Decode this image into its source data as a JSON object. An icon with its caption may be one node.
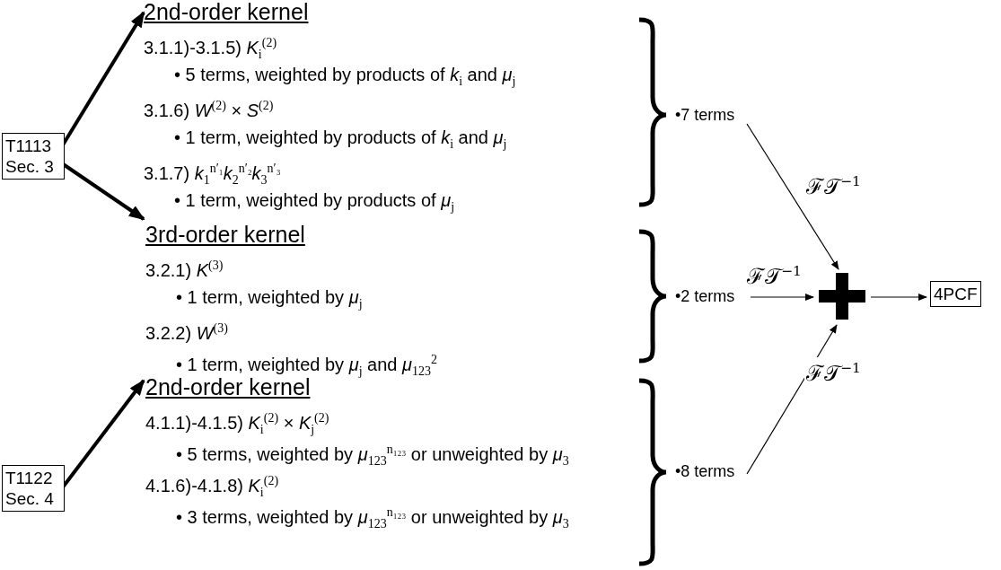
{
  "diagram": {
    "nodes": [
      {
        "text": [
          "T1113 Sec. 3"
        ]
      },
      {
        "text": [
          "2nd-order kernel",
          "3.1.1)-3.1.5) *K*$_{i}$$^{(2)}$",
          "• 5 terms, weighted by products of *k*$_{i}$ and *μ*$_{j}$",
          "3.1.6) *W*$^{(2)}$ × *S*$^{(2)}$",
          "• 1 term, weighted by products of  *k*$_{i}$ and *μ*$_{j}$",
          "3.1.7) *k*$_{1}$$^{n′₁}$*k*$_{2}$$^{n′₂}$*k*$_{3}$$^{n′₃}$",
          "• 1 term, weighted by products of *μ*$_{j}$"
        ]
      },
      {
        "text": [
          "3rd-order kernel",
          "3.2.1) *K*$^{(3)}$",
          "• 1 term, weighted by *μ*$_{j}$",
          "3.2.2) *W*$^{(3)}$",
          "• 1 term, weighted by *μ*$_{j}$ and *μ*$_{123}$$^{2}$"
        ]
      },
      {
        "text": [
          "T1122 Sec. 4"
        ]
      },
      {
        "text": [
          "2nd-order kernel",
          "4.1.1)-4.1.5) *K*$_{i}$$^{(2)}$ × *K*$_{j}$$^{(2)}$",
          "• 5 terms, weighted by *μ*$_{123}$$^{n₁₂₃}$ or unweighted by *μ*$_{3}$",
          "4.1.6)-4.1.8) *K*$_{i}$$^{(2)}$",
          "• 3 terms, weighted by *μ*$_{123}$$^{n₁₂₃}$ or unweighted by *μ*$_{3}$"
        ]
      },
      {
        "text": [
          "•7 terms"
        ]
      },
      {
        "text": [
          "•2 terms"
        ]
      },
      {
        "text": [
          "•8 terms"
        ]
      },
      {
        "text": [],
        "shape": "plus"
      },
      {
        "text": [
          "4PCF"
        ]
      }
    ],
    "edges": [
      {
        "from": 0,
        "to": 1,
        "arrow": "to",
        "style": "thick"
      },
      {
        "from": 0,
        "to": 2,
        "arrow": "to",
        "style": "thick"
      },
      {
        "from": 3,
        "to": 4,
        "arrow": "to",
        "style": "thick"
      },
      {
        "from": 5,
        "to": 8,
        "arrow": "to",
        "label": "ℱ𝒯$^{−1}$"
      },
      {
        "from": 6,
        "to": 8,
        "arrow": "to",
        "label": "ℱ𝒯$^{−1}$"
      },
      {
        "from": 7,
        "to": 8,
        "arrow": "to",
        "label": "ℱ𝒯$^{−1}$"
      },
      {
        "from": 8,
        "to": 9,
        "arrow": "to"
      }
    ]
  }
}
